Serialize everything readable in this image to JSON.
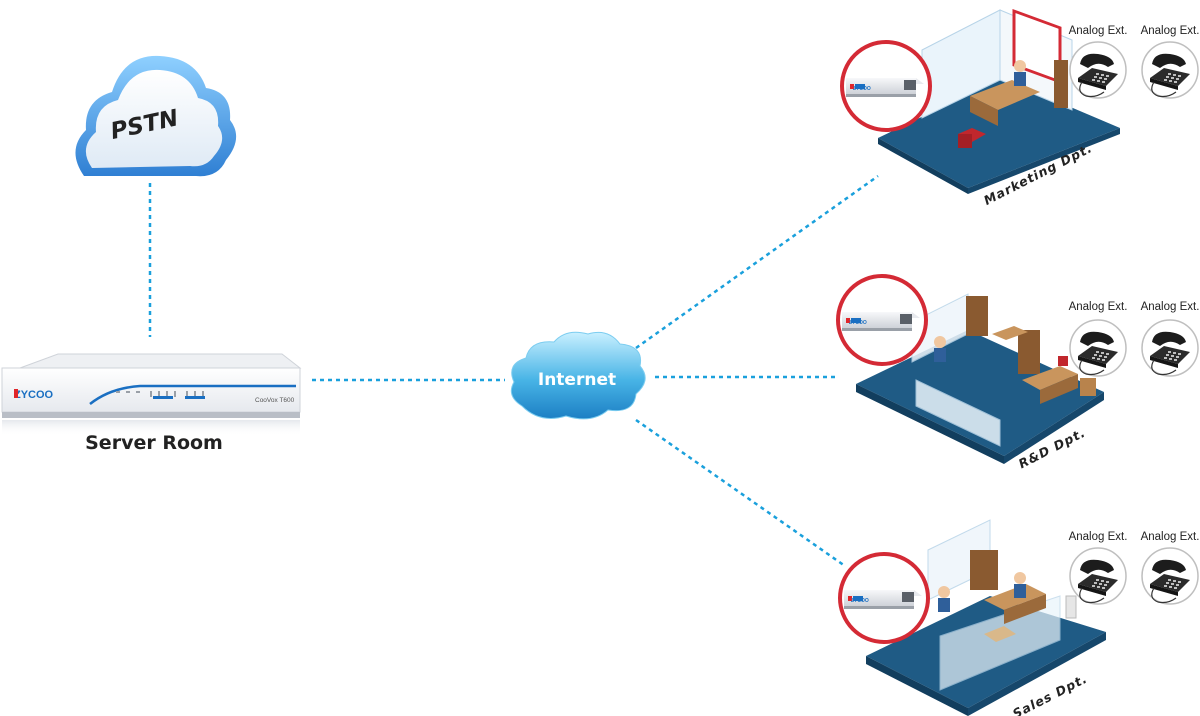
{
  "pstn": {
    "label": "PSTN"
  },
  "server": {
    "label": "Server Room",
    "brand": "ZYCOO",
    "model": "CooVox T600"
  },
  "internet": {
    "label": "Internet"
  },
  "departments": [
    {
      "name": "Marketing Dpt.",
      "device_brand": "ZYCOO",
      "extensions": [
        "Analog Ext.",
        "Analog Ext."
      ]
    },
    {
      "name": "R&D Dpt.",
      "device_brand": "ZYCOO",
      "extensions": [
        "Analog Ext.",
        "Analog Ext."
      ]
    },
    {
      "name": "Sales Dpt.",
      "device_brand": "ZYCOO",
      "extensions": [
        "Analog Ext.",
        "Analog Ext."
      ]
    }
  ],
  "colors": {
    "link": "#1aa0dc",
    "floor": "#1f5b85",
    "highlight_ring": "#d42a35",
    "cloud_pstn": "#4a9fe0",
    "cloud_internet": "#5bbbe8",
    "brand_red": "#e0262a",
    "brand_blue": "#1a6fc2"
  }
}
